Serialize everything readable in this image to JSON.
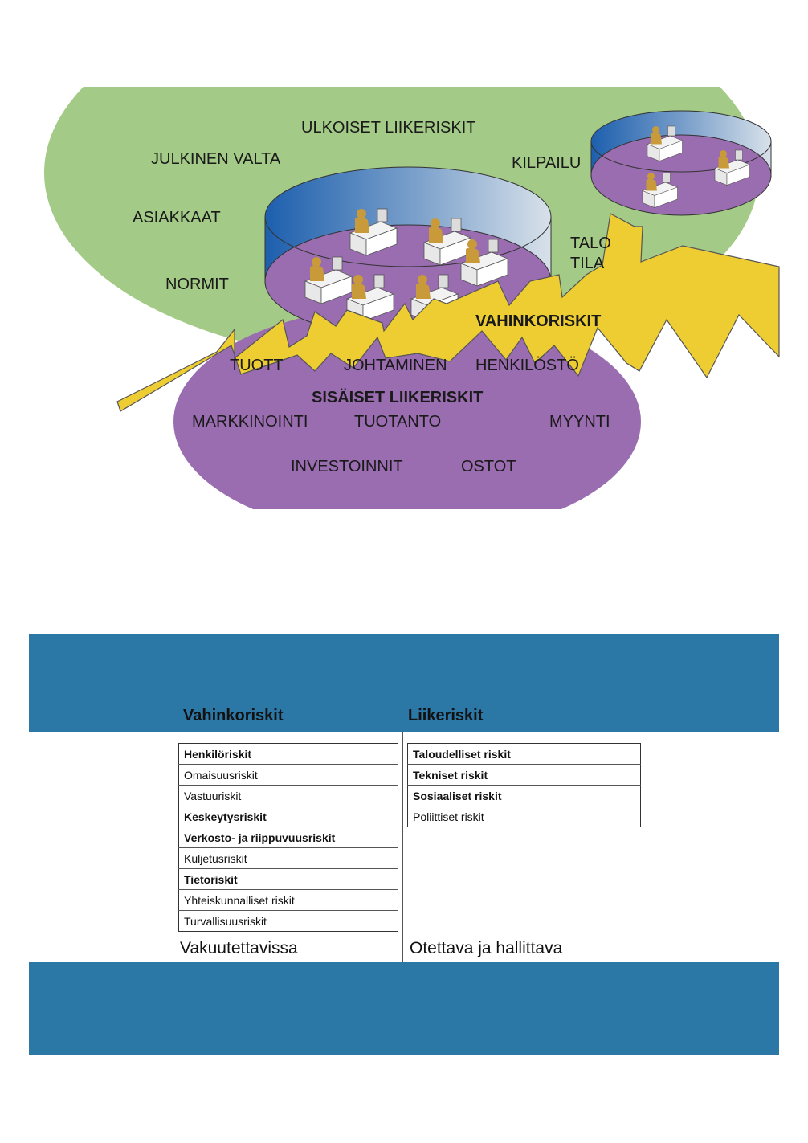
{
  "diagram": {
    "outer_title": "ULKOISET LIIKERISKIT",
    "outer_labels": [
      "JULKINEN VALTA",
      "ASIAKKAAT",
      "NORMIT",
      "KILPAILU",
      "TALO",
      "TILA"
    ],
    "inner_title": "SISÄISET LIIKERISKIT",
    "inner_labels": [
      "TUOTT",
      "JOHTAMINEN",
      "HENKILÖSTÖ",
      "MARKKINOINTI",
      "TUOTANTO",
      "MYYNTI",
      "INVESTOINNIT",
      "OSTOT"
    ],
    "bolt_label": "VAHINKORISKIT",
    "colors": {
      "outer": "#a3ca86",
      "inner": "#9a6cb0",
      "bolt": "#eecd32",
      "band": "#2b77a6"
    }
  },
  "table": {
    "col1_heading": "Vahinkoriskit",
    "col2_heading": "Liikeriskit",
    "col1_rows": [
      {
        "text": "Henkilöriskit",
        "bold": true
      },
      {
        "text": "Omaisuusriskit",
        "bold": false
      },
      {
        "text": "Vastuuriskit",
        "bold": false
      },
      {
        "text": "Keskeytysriskit",
        "bold": true
      },
      {
        "text": "Verkosto- ja riippuvuusriskit",
        "bold": true
      },
      {
        "text": "Kuljetusriskit",
        "bold": false
      },
      {
        "text": "Tietoriskit",
        "bold": true
      },
      {
        "text": "Yhteiskunnalliset riskit",
        "bold": false
      },
      {
        "text": "Turvallisuusriskit",
        "bold": false
      }
    ],
    "col2_rows": [
      {
        "text": "Taloudelliset riskit",
        "bold": true
      },
      {
        "text": "Tekniset riskit",
        "bold": true
      },
      {
        "text": "Sosiaaliset riskit",
        "bold": true
      },
      {
        "text": "Poliittiset riskit",
        "bold": false
      }
    ],
    "col1_footer": "Vakuutettavissa",
    "col2_footer": "Otettava ja hallittava"
  }
}
